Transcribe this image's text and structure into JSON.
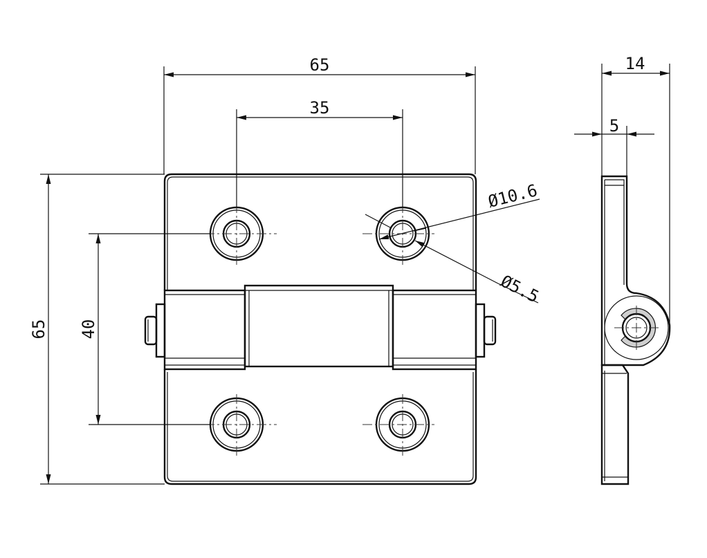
{
  "drawing": {
    "colors": {
      "line": "#111111",
      "background": "#ffffff",
      "shade": "#cfcfcf"
    },
    "front_view": {
      "overall_width": "65",
      "hole_spacing_horizontal": "35",
      "overall_height": "65",
      "hole_spacing_vertical": "40",
      "counterbore_diameter": "Ø10.6",
      "hole_diameter": "Ø5.5"
    },
    "side_view": {
      "overall_thickness": "14",
      "leaf_thickness": "5"
    }
  }
}
